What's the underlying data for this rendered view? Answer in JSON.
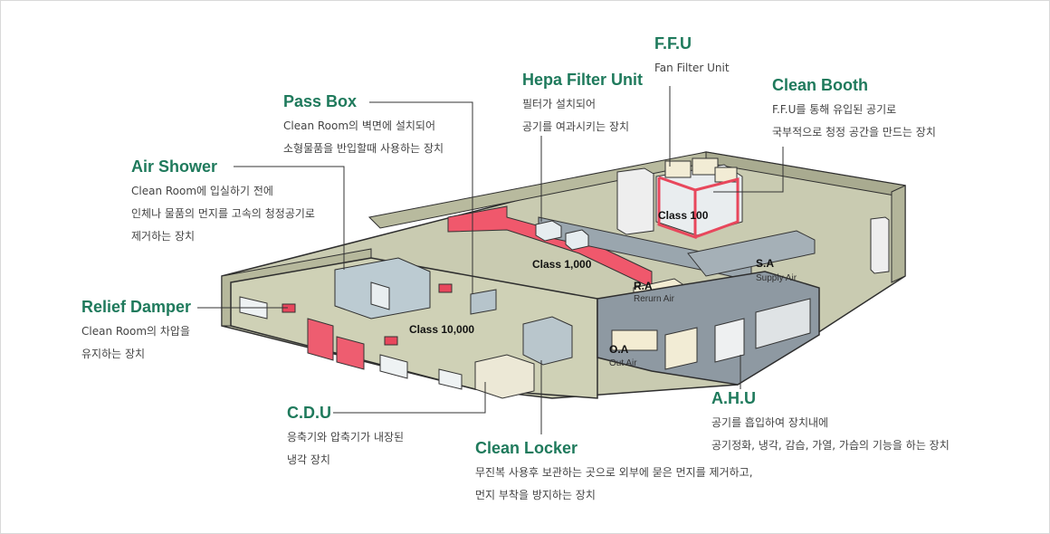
{
  "labels": {
    "pass_box": {
      "title": "Pass Box",
      "lines": [
        "Clean Room의 벽면에 설치되어",
        "소형물품을 반입할때 사용하는 장치"
      ]
    },
    "air_shower": {
      "title": "Air Shower",
      "lines": [
        "Clean Room에 입실하기 전에",
        "인체나 물품의 먼지를 고속의 청정공기로",
        "제거하는 장치"
      ]
    },
    "relief_damper": {
      "title": "Relief Damper",
      "lines": [
        "Clean Room의 차압을",
        "유지하는 장치"
      ]
    },
    "cdu": {
      "title": "C.D.U",
      "lines": [
        "응축기와 압축기가 내장된",
        "냉각 장치"
      ]
    },
    "clean_locker": {
      "title": "Clean Locker",
      "lines": [
        "무진복 사용후 보관하는 곳으로 외부에 묻은 먼지를 제거하고,",
        "먼지 부착을 방지하는 장치"
      ]
    },
    "hepa": {
      "title": "Hepa Filter Unit",
      "lines": [
        "필터가 설치되어",
        "공기를 여과시키는 장치"
      ]
    },
    "ffu": {
      "title": "F.F.U",
      "lines": [
        "Fan Filter Unit"
      ]
    },
    "clean_booth": {
      "title": "Clean Booth",
      "lines": [
        "F.F.U를 통해 유입된 공기로",
        "국부적으로 청정 공간을 만드는 장치"
      ]
    },
    "ahu": {
      "title": "A.H.U",
      "lines": [
        "공기를 흡입하여 장치내에",
        "공기정화, 냉각, 감습, 가열, 가습의 기능을 하는 장치"
      ]
    }
  },
  "diagram_tags": {
    "class100": "Class 100",
    "class1000": "Class 1,000",
    "class10000": "Class 10,000",
    "sa": "S.A",
    "sa_sub": "Supply Air",
    "ra": "R.A",
    "ra_sub": "Rerurn Air",
    "oa": "O.A",
    "oa_sub": "Out Air"
  }
}
